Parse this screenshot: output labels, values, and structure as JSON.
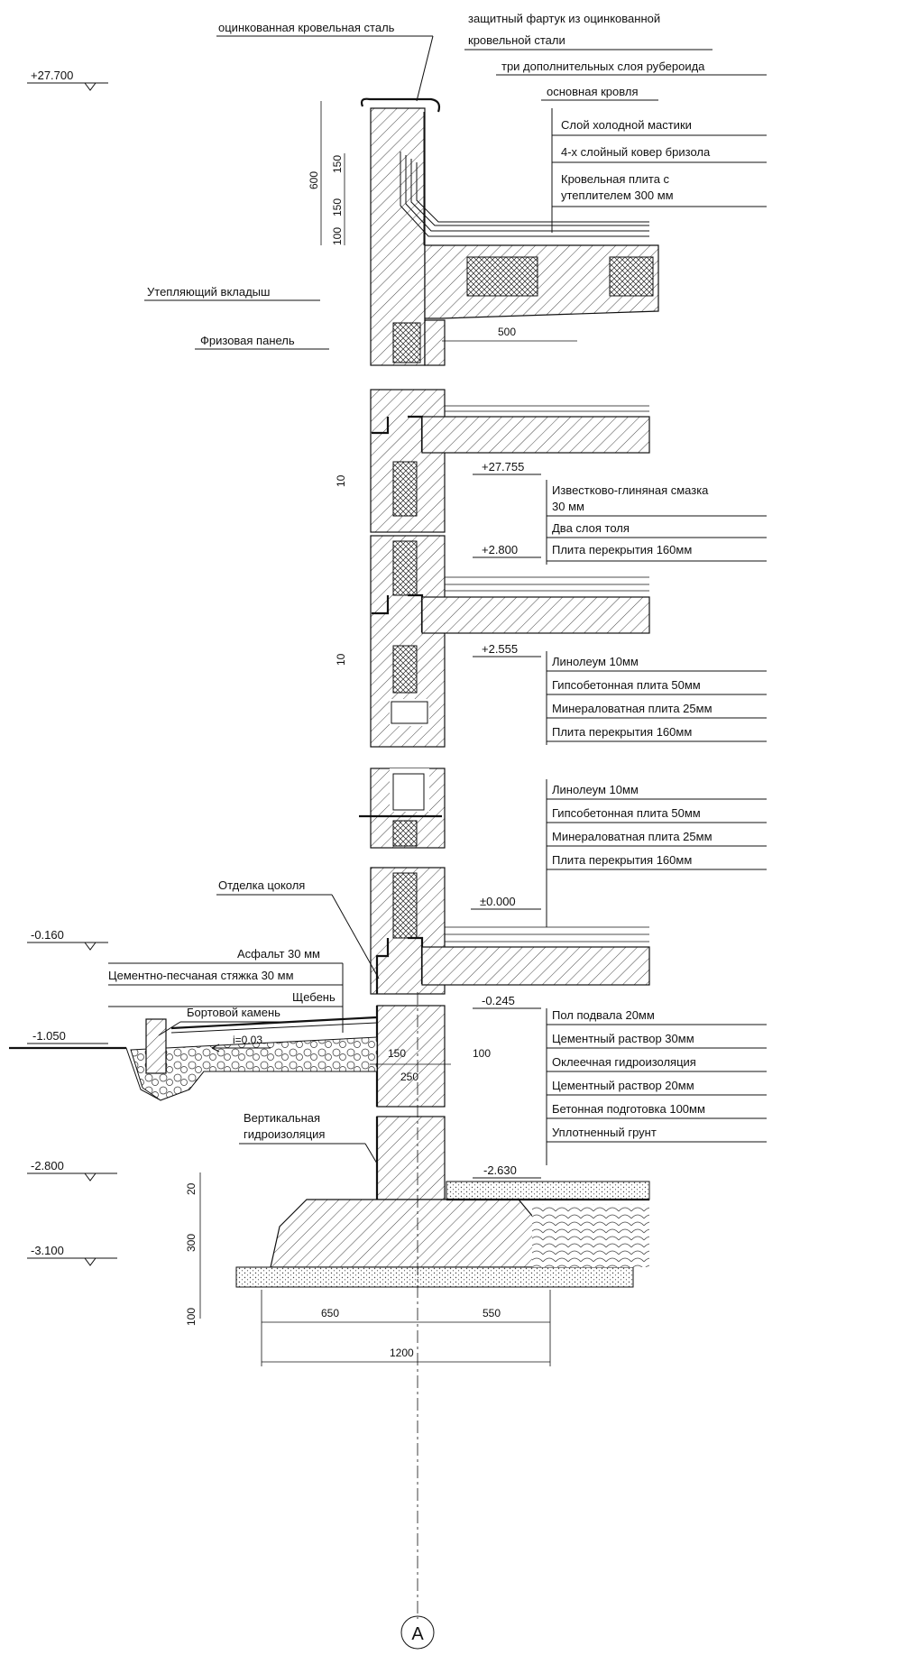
{
  "elevations": {
    "e27700": "+27.700",
    "e27755": "+27.755",
    "e2800": "+2.800",
    "e2555": "+2.555",
    "e0000": "±0.000",
    "em0160": "-0.160",
    "em0245": "-0.245",
    "em1050": "-1.050",
    "em2630": "-2.630",
    "em2800": "-2.800",
    "em3100": "-3.100"
  },
  "roof": {
    "steel": "оцинкованная кровельная сталь",
    "apron_1": "защитный фартук из оцинкованной",
    "apron_2": "кровельной стали",
    "ruberoid": "три дополнительных слоя рубероида",
    "main_roof": "основная кровля",
    "layers": [
      "Слой холодной мастики",
      "4-х слойный ковер бризола",
      "Кровельная плита с",
      "утеплителем 300 мм"
    ],
    "insert": "Утепляющий вкладыш",
    "frieze": "Фризовая панель"
  },
  "floor_attic": [
    "Известково-глиняная смазка",
    "30 мм",
    "Два слоя толя",
    "Плита перекрытия 160мм"
  ],
  "floor_typical": [
    "Линолеум 10мм",
    "Гипсобетонная плита 50мм",
    "Минераловатная плита 25мм",
    "Плита перекрытия 160мм"
  ],
  "floor_ground": [
    "Линолеум 10мм",
    "Гипсобетонная плита 50мм",
    "Минераловатная плита 25мм",
    "Плита перекрытия 160мм"
  ],
  "plinth": {
    "finish": "Отделка цоколя",
    "asphalt": "Асфальт 30 мм",
    "screed": "Цементно-песчаная стяжка 30 мм",
    "rubble": "Щебень",
    "curb": "Бортовой камень",
    "slope": "i=0.03",
    "vert_1": "Вертикальная",
    "vert_2": "гидроизоляция"
  },
  "basement": [
    "Пол подвала 20мм",
    "Цементный раствор 30мм",
    "Оклеечная гидроизоляция",
    "Цементный раствор 20мм",
    "Бетонная подготовка 100мм",
    "Уплотненный грунт"
  ],
  "dims": {
    "d600": "600",
    "d150": "150",
    "d150b": "150",
    "d100": "100",
    "d500": "500",
    "d10a": "10",
    "d10b": "10",
    "d150c": "150",
    "d100b": "100",
    "d250": "250",
    "d20": "20",
    "d300": "300",
    "d100c": "100",
    "d650": "650",
    "d550": "550",
    "d1200": "1200"
  },
  "axis": "А"
}
